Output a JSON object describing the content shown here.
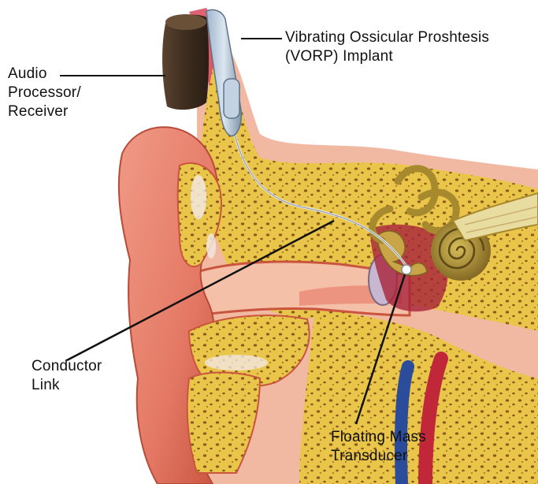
{
  "labels": {
    "audio_processor": {
      "line1": "Audio",
      "line2": "Processor/",
      "line3": "Receiver"
    },
    "vorp": {
      "line1": "Vibrating Ossicular Proshtesis",
      "line2": "(VORP) Implant"
    },
    "conductor_link": {
      "line1": "Conductor",
      "line2": "Link"
    },
    "floating_mass_transducer": {
      "line1": "Floating Mass",
      "line2": "Transducer"
    }
  },
  "colors": {
    "skin": "#e8816f",
    "skin_dark": "#c9553f",
    "bone": "#e9c64a",
    "bone_pore": "#8a5a1c",
    "muscle": "#d9475a",
    "processor": "#4a3626",
    "canal": "#f4c0a8",
    "cochlea": "#a88a2e",
    "nerve": "#e8dca0",
    "artery": "#c0283a",
    "vein": "#2a4c9a",
    "leader_line": "#111111"
  }
}
